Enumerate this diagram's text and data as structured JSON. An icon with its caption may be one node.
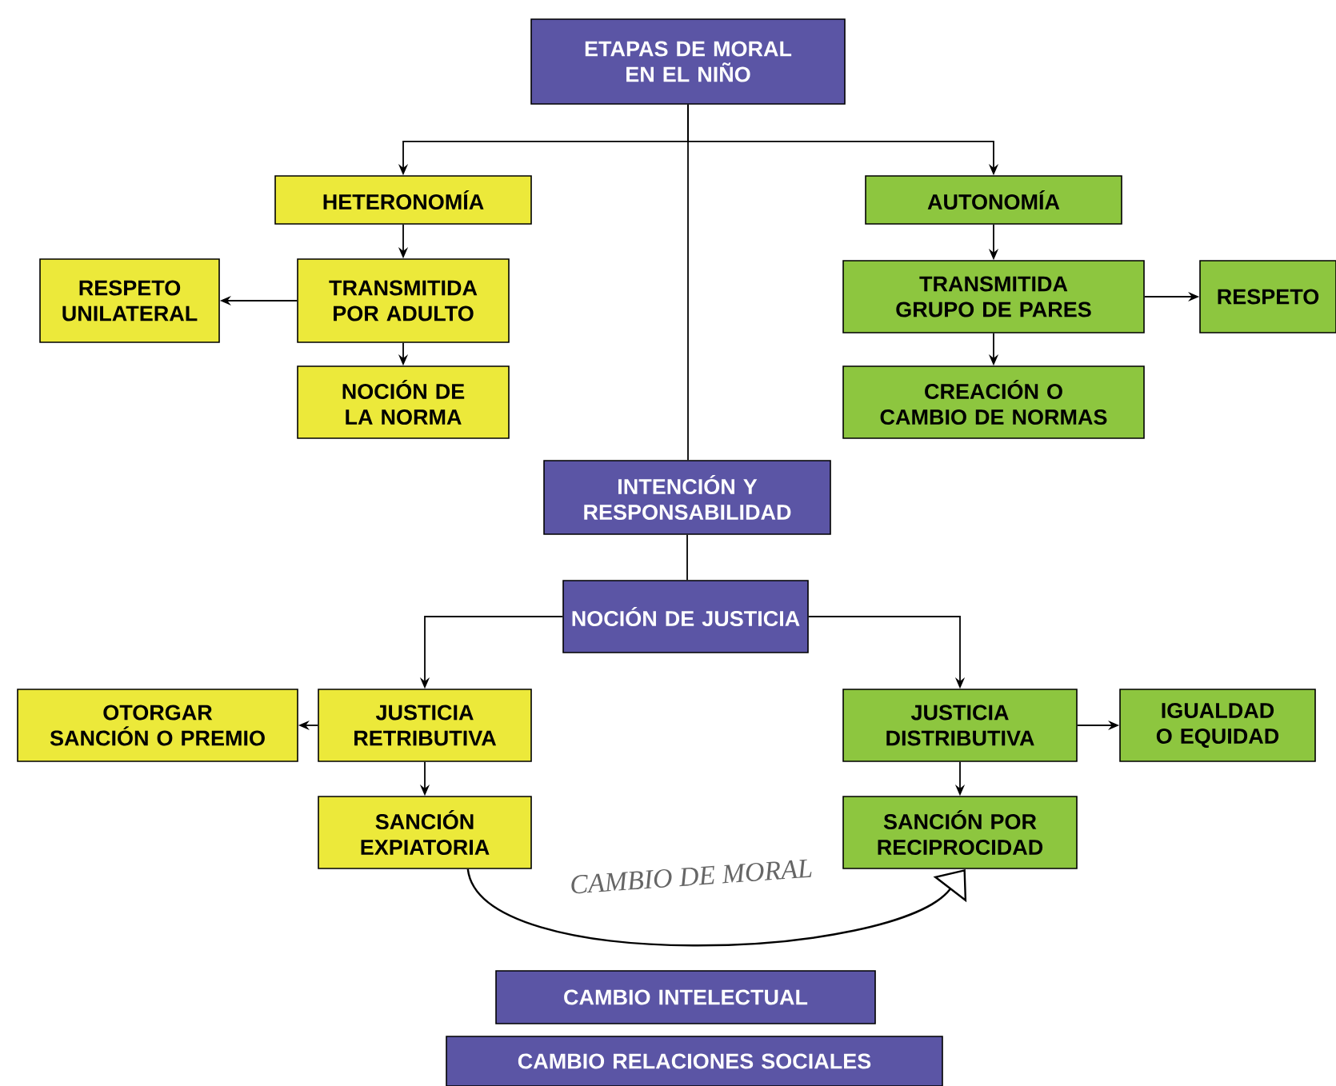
{
  "diagram": {
    "nodes": [
      {
        "text": [
          "ETAPAS DE MORAL EN EL NIÑO"
        ]
      },
      {
        "text": [
          "HETERONOMÍA"
        ]
      },
      {
        "text": [
          "AUTONOMÍA"
        ]
      },
      {
        "text": [
          "RESPETO UNILATERAL"
        ]
      },
      {
        "text": [
          "TRANSMITIDA POR ADULTO"
        ]
      },
      {
        "text": [
          "TRANSMITIDA GRUPO DE PARES"
        ]
      },
      {
        "text": [
          "RESPETO"
        ]
      },
      {
        "text": [
          "NOCIÓN DE LA NORMA"
        ]
      },
      {
        "text": [
          "CREACIÓN O CAMBIO DE NORMAS"
        ]
      },
      {
        "text": [
          "INTENCIÓN Y RESPONSABILIDAD"
        ]
      },
      {
        "text": [
          "NOCIÓN DE JUSTICIA"
        ]
      },
      {
        "text": [
          "OTORGAR SANCIÓN O PREMIO"
        ]
      },
      {
        "text": [
          "JUSTICIA RETRIBUTIVA"
        ]
      },
      {
        "text": [
          "JUSTICIA DISTRIBUTIVA"
        ]
      },
      {
        "text": [
          "IGUALDAD O EQUIDAD"
        ]
      },
      {
        "text": [
          "SANCIÓN EXPIATORIA"
        ]
      },
      {
        "text": [
          "SANCIÓN POR RECIPROCIDAD"
        ]
      },
      {
        "text": [
          "CAMBIO INTELECTUAL"
        ]
      },
      {
        "text": [
          "CAMBIO RELACIONES SOCIALES"
        ]
      }
    ],
    "edges": [
      {
        "from": 0,
        "to": 1,
        "arrow": "to"
      },
      {
        "from": 0,
        "to": 2,
        "arrow": "to"
      },
      {
        "from": 0,
        "to": 9,
        "arrow": "none"
      },
      {
        "from": 1,
        "to": 4,
        "arrow": "to"
      },
      {
        "from": 4,
        "to": 3,
        "arrow": "to"
      },
      {
        "from": 4,
        "to": 7,
        "arrow": "to"
      },
      {
        "from": 2,
        "to": 5,
        "arrow": "to"
      },
      {
        "from": 5,
        "to": 6,
        "arrow": "to"
      },
      {
        "from": 5,
        "to": 8,
        "arrow": "to"
      },
      {
        "from": 9,
        "to": 10,
        "arrow": "none"
      },
      {
        "from": 10,
        "to": 12,
        "arrow": "to"
      },
      {
        "from": 10,
        "to": 13,
        "arrow": "to"
      },
      {
        "from": 12,
        "to": 11,
        "arrow": "to"
      },
      {
        "from": 12,
        "to": 15,
        "arrow": "to"
      },
      {
        "from": 13,
        "to": 14,
        "arrow": "to"
      },
      {
        "from": 13,
        "to": 16,
        "arrow": "to"
      },
      {
        "from": 15,
        "to": 16,
        "arrow": "to",
        "label": "CAMBIO DE MORAL"
      }
    ]
  }
}
